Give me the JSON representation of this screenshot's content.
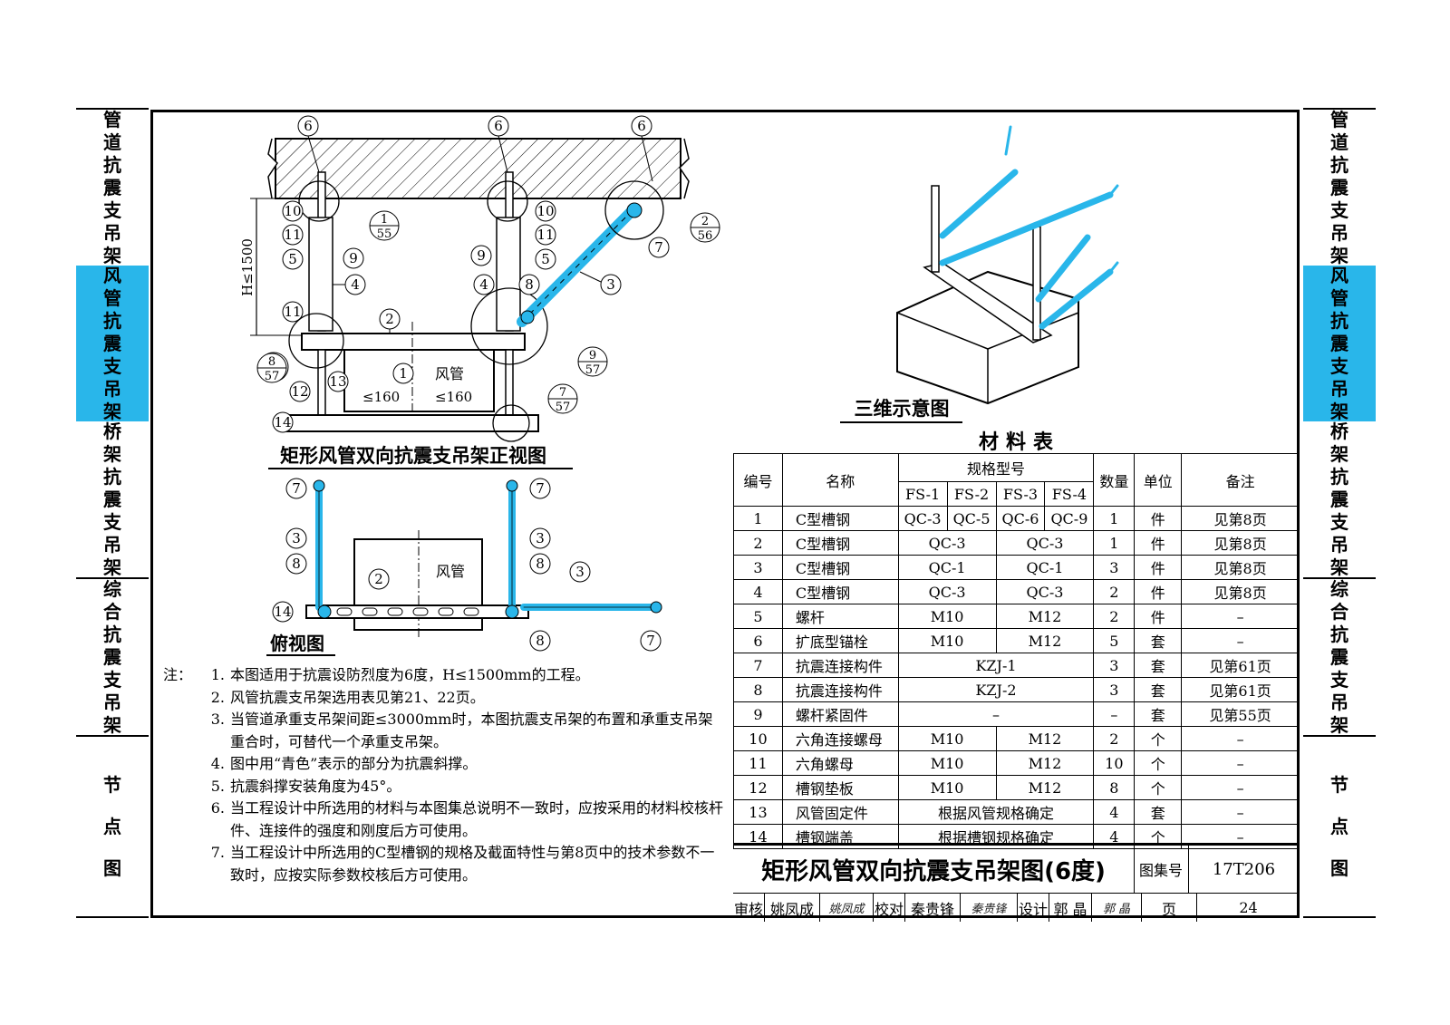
{
  "sidebar": {
    "sections": [
      {
        "label": "管道抗震支吊架",
        "active": false
      },
      {
        "label": "风管抗震支吊架",
        "active": true
      },
      {
        "label": "桥架抗震支吊架",
        "active": false
      },
      {
        "label": "综合抗震支吊架",
        "active": false
      },
      {
        "label": "节点图",
        "active": false
      }
    ]
  },
  "drawing": {
    "front_view_title": "矩形风管双向抗震支吊架正视图",
    "top_view_title": "俯视图",
    "view_3d_title": "三维示意图",
    "height_label": "H≤1500",
    "duct_label": "风管",
    "clearance_label": "≤160",
    "callouts_front": [
      "6",
      "6",
      "6",
      "10",
      "11",
      "5",
      "4",
      "9",
      "11",
      "2",
      "8",
      "12",
      "13",
      "1",
      "14",
      "10",
      "11",
      "5",
      "9",
      "4",
      "8",
      "3",
      "7",
      "9",
      "7"
    ],
    "detail_refs": [
      {
        "num": "1",
        "page": "55"
      },
      {
        "num": "2",
        "page": "56"
      },
      {
        "num": "8",
        "page": "57"
      },
      {
        "num": "9",
        "page": "57"
      },
      {
        "num": "7",
        "page": "57"
      }
    ],
    "callouts_top": [
      "7",
      "3",
      "8",
      "2",
      "14",
      "7",
      "3",
      "8",
      "3",
      "8",
      "7"
    ]
  },
  "notes": {
    "prefix": "注：",
    "items": [
      {
        "num": "1.",
        "text": "本图适用于抗震设防烈度为6度，H≤1500mm的工程。"
      },
      {
        "num": "2.",
        "text": "风管抗震支吊架选用表见第21、22页。"
      },
      {
        "num": "3.",
        "text": "当管道承重支吊架间距≤3000mm时，本图抗震支吊架的布置和承重支吊架重合时，可替代一个承重支吊架。"
      },
      {
        "num": "4.",
        "text": "图中用“青色”表示的部分为抗震斜撑。"
      },
      {
        "num": "5.",
        "text": "抗震斜撑安装角度为45°。"
      },
      {
        "num": "6.",
        "text": "当工程设计中所选用的材料与本图集总说明不一致时，应按采用的材料校核杆件、连接件的强度和刚度后方可使用。"
      },
      {
        "num": "7.",
        "text": "当工程设计中所选用的C型槽钢的规格及截面特性与第8页中的技术参数不一致时，应按实际参数校核后方可使用。"
      }
    ]
  },
  "materials": {
    "title": "材料表",
    "headers": {
      "no": "编号",
      "name": "名称",
      "spec": "规格型号",
      "qty": "数量",
      "unit": "单位",
      "remark": "备注"
    },
    "models": [
      "FS-1",
      "FS-2",
      "FS-3",
      "FS-4"
    ],
    "rows": [
      {
        "no": "1",
        "name": "C型槽钢",
        "specs": [
          "QC-3",
          "QC-5",
          "QC-6",
          "QC-9"
        ],
        "qty": "1",
        "unit": "件",
        "remark": "见第8页"
      },
      {
        "no": "2",
        "name": "C型槽钢",
        "specs": [
          "QC-3",
          "QC-3"
        ],
        "qty": "1",
        "unit": "件",
        "remark": "见第8页"
      },
      {
        "no": "3",
        "name": "C型槽钢",
        "specs": [
          "QC-1",
          "QC-1"
        ],
        "qty": "3",
        "unit": "件",
        "remark": "见第8页"
      },
      {
        "no": "4",
        "name": "C型槽钢",
        "specs": [
          "QC-3",
          "QC-3"
        ],
        "qty": "2",
        "unit": "件",
        "remark": "见第8页"
      },
      {
        "no": "5",
        "name": "螺杆",
        "specs": [
          "M10",
          "M12"
        ],
        "qty": "2",
        "unit": "件",
        "remark": "–"
      },
      {
        "no": "6",
        "name": "扩底型锚栓",
        "specs": [
          "M10",
          "M12"
        ],
        "qty": "5",
        "unit": "套",
        "remark": "–"
      },
      {
        "no": "7",
        "name": "抗震连接构件",
        "specs": [
          "KZJ-1"
        ],
        "qty": "3",
        "unit": "套",
        "remark": "见第61页"
      },
      {
        "no": "8",
        "name": "抗震连接构件",
        "specs": [
          "KZJ-2"
        ],
        "qty": "3",
        "unit": "套",
        "remark": "见第61页"
      },
      {
        "no": "9",
        "name": "螺杆紧固件",
        "specs": [
          "–"
        ],
        "qty": "–",
        "unit": "套",
        "remark": "见第55页"
      },
      {
        "no": "10",
        "name": "六角连接螺母",
        "specs": [
          "M10",
          "M12"
        ],
        "qty": "2",
        "unit": "个",
        "remark": "–"
      },
      {
        "no": "11",
        "name": "六角螺母",
        "specs": [
          "M10",
          "M12"
        ],
        "qty": "10",
        "unit": "个",
        "remark": "–"
      },
      {
        "no": "12",
        "name": "槽钢垫板",
        "specs": [
          "M10",
          "M12"
        ],
        "qty": "8",
        "unit": "个",
        "remark": "–"
      },
      {
        "no": "13",
        "name": "风管固定件",
        "specs": [
          "根据风管规格确定"
        ],
        "qty": "4",
        "unit": "套",
        "remark": "–"
      },
      {
        "no": "14",
        "name": "槽钢端盖",
        "specs": [
          "根据槽钢规格确定"
        ],
        "qty": "4",
        "unit": "个",
        "remark": "–"
      }
    ]
  },
  "title_block": {
    "title": "矩形风管双向抗震支吊架图(6度)",
    "atlas_label": "图集号",
    "atlas_no": "17T206",
    "review_label": "审核",
    "reviewer": "姚凤成",
    "check_label": "校对",
    "checker": "秦贵锋",
    "design_label": "设计",
    "designer": "郭 晶",
    "page_label": "页",
    "page_no": "24"
  },
  "colors": {
    "accent": "#29b6ea",
    "brace": "#29b6ea",
    "line": "#000000"
  }
}
